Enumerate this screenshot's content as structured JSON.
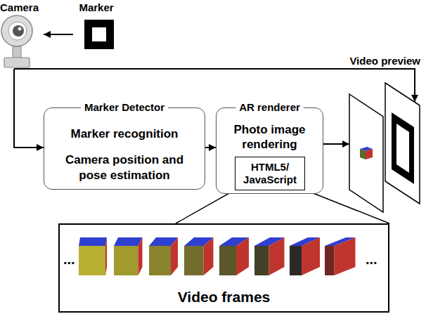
{
  "diagram": {
    "nodes": [
      {
        "text": [
          "Camera"
        ]
      },
      {
        "text": [
          "Marker"
        ]
      },
      {
        "text": [
          "Marker Detector",
          "Marker recognition",
          "Camera position and pose estimation"
        ]
      },
      {
        "text": [
          "AR renderer",
          "Photo image rendering"
        ]
      },
      {
        "text": [
          "HTML5/ JavaScript"
        ],
        "in": 3
      },
      {
        "text": [
          "Video preview"
        ]
      },
      {
        "text": [
          "Video frames"
        ]
      }
    ],
    "edges": [
      {
        "from": 1,
        "to": 0,
        "arrow": "to"
      },
      {
        "from": 0,
        "to": 2,
        "arrow": "to"
      },
      {
        "from": 0,
        "to": 5,
        "arrow": "to"
      },
      {
        "from": 2,
        "to": 3,
        "arrow": "to"
      },
      {
        "from": 3,
        "to": 5,
        "arrow": "to"
      },
      {
        "from": 4,
        "to": 6,
        "arrow": "none"
      }
    ],
    "labels": [
      "...",
      "..."
    ]
  }
}
